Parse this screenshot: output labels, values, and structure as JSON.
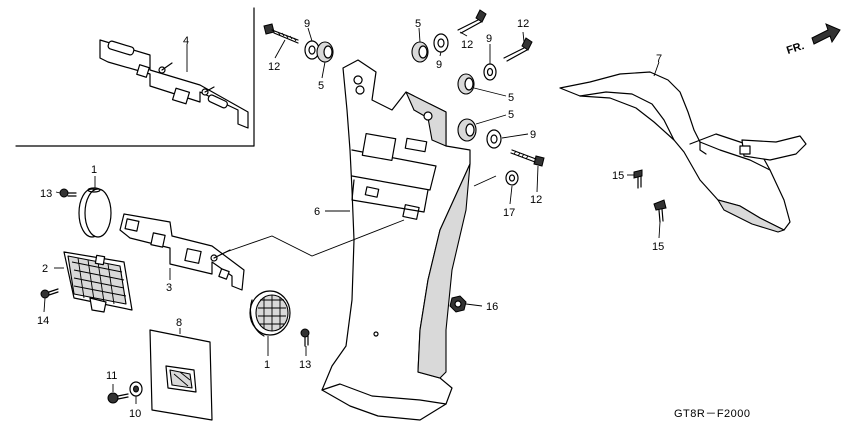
{
  "diagram": {
    "direction_label": "FR.",
    "code": "GT8R－F2000",
    "labels": [
      {
        "id": "c1",
        "text": "9"
      },
      {
        "id": "c2",
        "text": "12"
      },
      {
        "id": "c3",
        "text": "5"
      },
      {
        "id": "c4",
        "text": "5"
      },
      {
        "id": "c5",
        "text": "12"
      },
      {
        "id": "c6",
        "text": "12"
      },
      {
        "id": "c7",
        "text": "9"
      },
      {
        "id": "c8",
        "text": "9"
      },
      {
        "id": "c9",
        "text": "5"
      },
      {
        "id": "c10",
        "text": "5"
      },
      {
        "id": "c11",
        "text": "9"
      },
      {
        "id": "c12",
        "text": "4"
      },
      {
        "id": "c13",
        "text": "7"
      },
      {
        "id": "c14",
        "text": "1"
      },
      {
        "id": "c15",
        "text": "13"
      },
      {
        "id": "c16",
        "text": "6"
      },
      {
        "id": "c17",
        "text": "17"
      },
      {
        "id": "c18",
        "text": "12"
      },
      {
        "id": "c19",
        "text": "15"
      },
      {
        "id": "c20",
        "text": "15"
      },
      {
        "id": "c21",
        "text": "2"
      },
      {
        "id": "c22",
        "text": "3"
      },
      {
        "id": "c23",
        "text": "14"
      },
      {
        "id": "c24",
        "text": "16"
      },
      {
        "id": "c25",
        "text": "8"
      },
      {
        "id": "c26",
        "text": "13"
      },
      {
        "id": "c27",
        "text": "1"
      },
      {
        "id": "c28",
        "text": "11"
      },
      {
        "id": "c29",
        "text": "10"
      }
    ]
  }
}
